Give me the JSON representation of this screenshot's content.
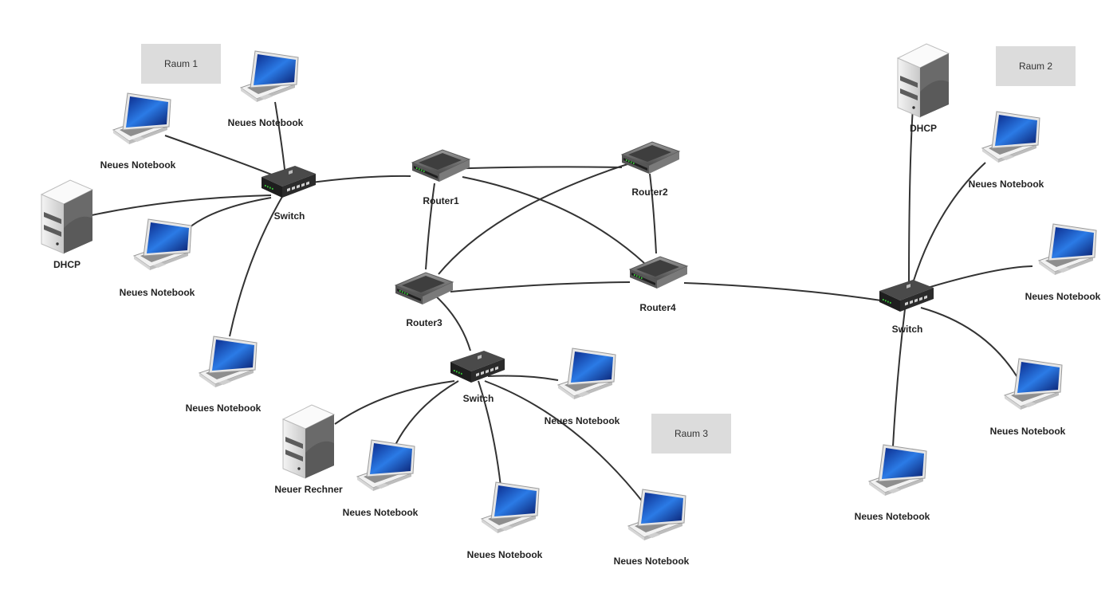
{
  "rooms": {
    "raum1": "Raum 1",
    "raum2": "Raum 2",
    "raum3": "Raum 3"
  },
  "labels": {
    "switch1": "Switch",
    "switch2": "Switch",
    "switch3": "Switch",
    "router1": "Router1",
    "router2": "Router2",
    "router3": "Router3",
    "router4": "Router4",
    "dhcp1": "DHCP",
    "dhcp2": "DHCP",
    "rechner": "Neuer Rechner",
    "nb_r1_a": "Neues Notebook",
    "nb_r1_b": "Neues Notebook",
    "nb_r1_c": "Neues Notebook",
    "nb_r1_d": "Neues Notebook",
    "nb_r2_a": "Neues Notebook",
    "nb_r2_b": "Neues Notebook",
    "nb_r2_c": "Neues Notebook",
    "nb_r2_d": "Neues Notebook",
    "nb_r3_a": "Neues Notebook",
    "nb_r3_b": "Neues Notebook",
    "nb_r3_c": "Neues Notebook",
    "nb_r3_d": "Neues Notebook"
  },
  "icons": {
    "switch": "network-switch-icon",
    "router": "router-icon",
    "server": "server-tower-icon",
    "laptop": "laptop-icon"
  },
  "colors": {
    "link": "#333333",
    "room_box": "#dcdcdc",
    "screen": "#1a4fc4",
    "switch_body": "#2b2b2b",
    "router_body": "#6d6d6d",
    "server_body": "#e8e8e8"
  }
}
